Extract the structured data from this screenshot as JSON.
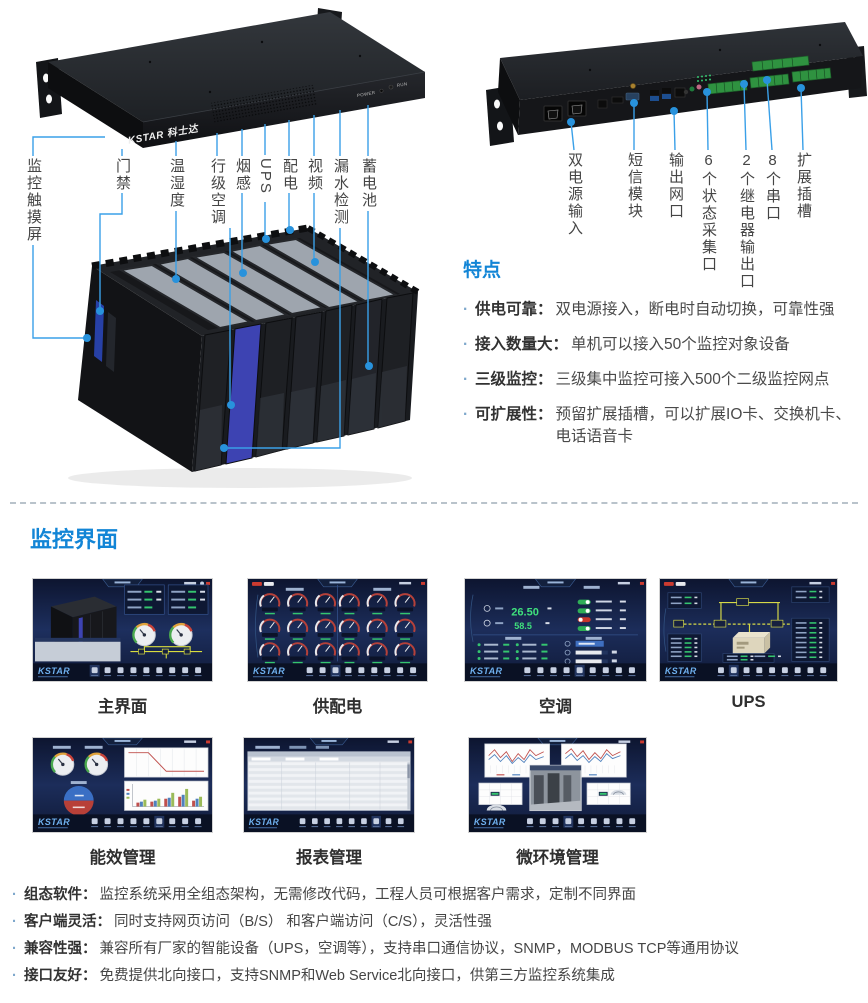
{
  "front_figure": {
    "brand": "KSTAR 科士达",
    "power_led": "POWER",
    "run_led": "RUN",
    "labels": [
      "监控触摸屏",
      "门禁",
      "温湿度",
      "行级空调",
      "烟感",
      "UPS",
      "配电",
      "视频",
      "漏水检测",
      "蓄电池"
    ]
  },
  "rear_figure": {
    "labels": [
      "双电源输入",
      "短信模块",
      "输出网口",
      "6个状态采集口",
      "2个继电器输出口",
      "8个串口",
      "扩展插槽"
    ]
  },
  "features": {
    "title": "特点",
    "items": [
      {
        "label": "供电可靠：",
        "text": "双电源接入，断电时自动切换，可靠性强"
      },
      {
        "label": "接入数量大：",
        "text": "单机可以接入50个监控对象设备"
      },
      {
        "label": "三级监控：",
        "text": "三级集中监控可接入500个二级监控网点"
      },
      {
        "label": "可扩展性：",
        "text": "预留扩展插槽，可以扩展IO卡、交换机卡、电话语音卡"
      }
    ]
  },
  "monitor": {
    "title": "监控界面",
    "toolbar_brand": "KSTAR",
    "screens": [
      {
        "caption": "主界面"
      },
      {
        "caption": "供配电"
      },
      {
        "caption": "空调",
        "temperature": "26.50",
        "humidity": "58.5"
      },
      {
        "caption": "UPS"
      },
      {
        "caption": "能效管理"
      },
      {
        "caption": "报表管理"
      },
      {
        "caption": "微环境管理"
      }
    ]
  },
  "notes": [
    {
      "label": "组态软件：",
      "text": "监控系统采用全组态架构，无需修改代码，工程人员可根据客户需求，定制不同界面"
    },
    {
      "label": "客户端灵活：",
      "text": "同时支持网页访问（B/S） 和客户端访问（C/S），灵活性强"
    },
    {
      "label": "兼容性强：",
      "text": "兼容所有厂家的智能设备（UPS，空调等），支持串口通信协议，SNMP，MODBUS TCP等通用协议"
    },
    {
      "label": "接口友好：",
      "text": "免费提供北向接口，支持SNMP和Web Service北向接口，供第三方监控系统集成"
    }
  ],
  "colors": {
    "heading_blue": "#1285d6",
    "callout_blue": "#3aa0e8",
    "callout_dot": "#2892dc"
  }
}
